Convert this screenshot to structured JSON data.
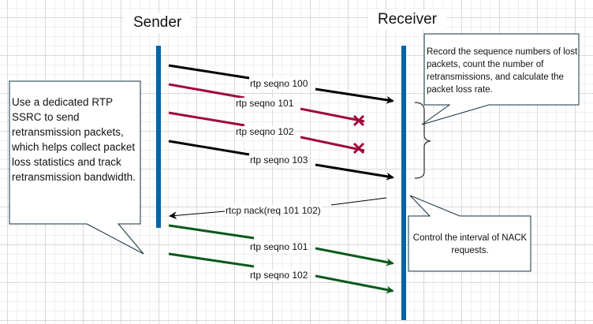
{
  "participants": {
    "sender": "Sender",
    "receiver": "Receiver"
  },
  "messages": [
    {
      "label": "rtp seqno  100",
      "kind": "sent",
      "color": "#000000"
    },
    {
      "label": "rtp seqno  101",
      "kind": "lost",
      "color": "#a0063c"
    },
    {
      "label": "rtp seqno  102",
      "kind": "lost",
      "color": "#a0063c"
    },
    {
      "label": "rtp seqno  103",
      "kind": "sent",
      "color": "#000000"
    },
    {
      "label": "rtcp nack(req 101  102)",
      "kind": "nack",
      "color": "#000000"
    },
    {
      "label": "rtp seqno  101",
      "kind": "retransmit",
      "color": "#0b5a1c"
    },
    {
      "label": "rtp seqno  102",
      "kind": "retransmit",
      "color": "#0b5a1c"
    }
  ],
  "notes": {
    "sender_note": "Use a dedicated RTP SSRC to send retransmission packets, which helps collect packet loss statistics and track retransmission bandwidth.",
    "receiver_record_note": "Record the sequence numbers of lost packets, count the number of retransmissions, and calculate the packet loss rate.",
    "nack_interval_note": "Control the interval of NACK requests."
  },
  "colors": {
    "lifeline": "#0563a8",
    "lost": "#a0063c",
    "retransmit": "#0b5a1c",
    "note_border": "#123040"
  }
}
